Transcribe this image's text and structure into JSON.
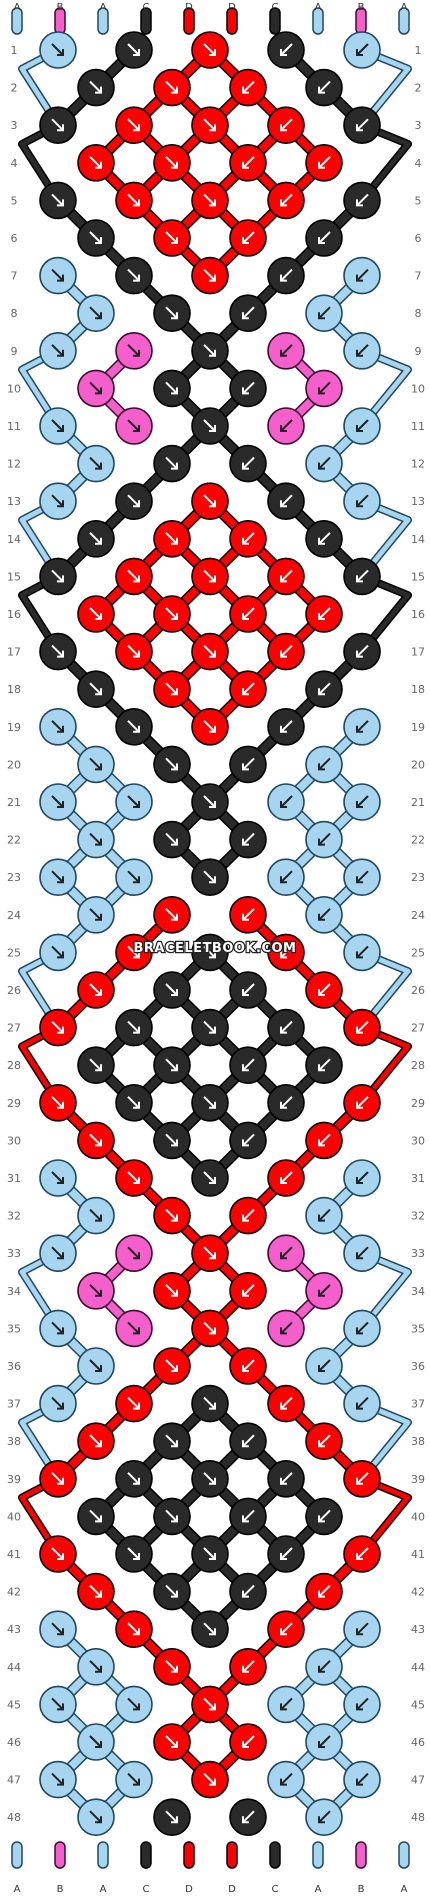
{
  "watermark": "BRACELETBOOK.COM",
  "pattern": {
    "strand_letters": [
      "A",
      "B",
      "A",
      "C",
      "D",
      "D",
      "C",
      "A",
      "B",
      "A"
    ],
    "colors": {
      "A": "#a7d4ee",
      "B": "#f55fcb",
      "C": "#2a2a2a",
      "D": "#fe0000"
    },
    "row_numbers": [
      1,
      2,
      3,
      4,
      5,
      6,
      7,
      8,
      9,
      10,
      11,
      12,
      13,
      14,
      15,
      16,
      17,
      18,
      19,
      20,
      21,
      22,
      23,
      24,
      25,
      26,
      27,
      28,
      29,
      30,
      31,
      32,
      33,
      34,
      35,
      36,
      37,
      38,
      39,
      40,
      41,
      42,
      43,
      44,
      45,
      46,
      47,
      48
    ],
    "knot_rows": [
      [
        "A",
        "C",
        "D",
        "C",
        "A"
      ],
      [
        "C",
        "D",
        "D",
        "C"
      ],
      [
        "C",
        "D",
        "D",
        "D",
        "C"
      ],
      [
        "D",
        "D",
        "D",
        "D"
      ],
      [
        "C",
        "D",
        "D",
        "D",
        "C"
      ],
      [
        "C",
        "D",
        "D",
        "C"
      ],
      [
        "A",
        "C",
        "D",
        "C",
        "A"
      ],
      [
        "A",
        "C",
        "C",
        "A"
      ],
      [
        "A",
        "B",
        "C",
        "B",
        "A"
      ],
      [
        "B",
        "C",
        "C",
        "B"
      ],
      [
        "A",
        "B",
        "C",
        "B",
        "A"
      ],
      [
        "A",
        "C",
        "C",
        "A"
      ],
      [
        "A",
        "C",
        "D",
        "C",
        "A"
      ],
      [
        "C",
        "D",
        "D",
        "C"
      ],
      [
        "C",
        "D",
        "D",
        "D",
        "C"
      ],
      [
        "D",
        "D",
        "D",
        "D"
      ],
      [
        "C",
        "D",
        "D",
        "D",
        "C"
      ],
      [
        "C",
        "D",
        "D",
        "C"
      ],
      [
        "A",
        "C",
        "D",
        "C",
        "A"
      ],
      [
        "A",
        "C",
        "C",
        "A"
      ],
      [
        "A",
        "A",
        "C",
        "A",
        "A"
      ],
      [
        "A",
        "C",
        "C",
        "A"
      ],
      [
        "A",
        "A",
        "C",
        "A",
        "A"
      ],
      [
        "A",
        "D",
        "D",
        "A"
      ],
      [
        "A",
        "D",
        "C",
        "D",
        "A"
      ],
      [
        "D",
        "C",
        "C",
        "D"
      ],
      [
        "D",
        "C",
        "C",
        "C",
        "D"
      ],
      [
        "C",
        "C",
        "C",
        "C"
      ],
      [
        "D",
        "C",
        "C",
        "C",
        "D"
      ],
      [
        "D",
        "C",
        "C",
        "D"
      ],
      [
        "A",
        "D",
        "C",
        "D",
        "A"
      ],
      [
        "A",
        "D",
        "D",
        "A"
      ],
      [
        "A",
        "B",
        "D",
        "B",
        "A"
      ],
      [
        "B",
        "D",
        "D",
        "B"
      ],
      [
        "A",
        "B",
        "D",
        "B",
        "A"
      ],
      [
        "A",
        "D",
        "D",
        "A"
      ],
      [
        "A",
        "D",
        "C",
        "D",
        "A"
      ],
      [
        "D",
        "C",
        "C",
        "D"
      ],
      [
        "D",
        "C",
        "C",
        "C",
        "D"
      ],
      [
        "C",
        "C",
        "C",
        "C"
      ],
      [
        "D",
        "C",
        "C",
        "C",
        "D"
      ],
      [
        "D",
        "C",
        "C",
        "D"
      ],
      [
        "A",
        "D",
        "C",
        "D",
        "A"
      ],
      [
        "A",
        "D",
        "D",
        "A"
      ],
      [
        "A",
        "A",
        "D",
        "A",
        "A"
      ],
      [
        "A",
        "D",
        "D",
        "A"
      ],
      [
        "A",
        "A",
        "D",
        "A",
        "A"
      ],
      [
        "A",
        "C",
        "C",
        "A"
      ]
    ]
  }
}
